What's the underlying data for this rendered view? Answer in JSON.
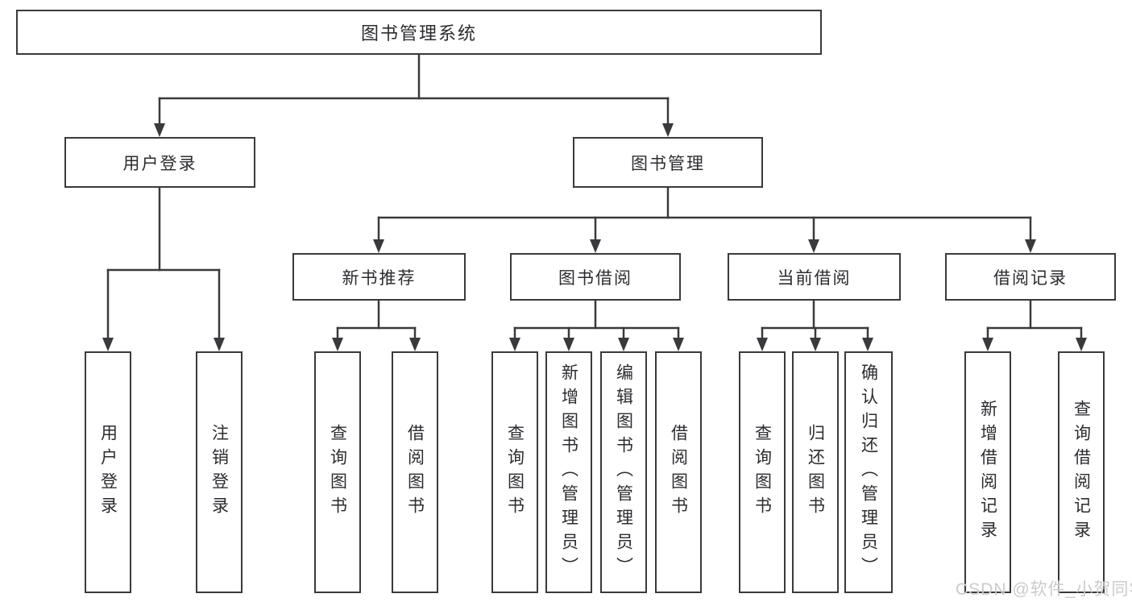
{
  "colors": {
    "line": "#3a3a3c",
    "text": "#2c2c30",
    "watermark": "#cbcbcb",
    "background": "#ffffff"
  },
  "diagram": {
    "title": "图书管理系统",
    "user_login": {
      "label": "用户登录",
      "children": [
        "用户登录",
        "注销登录"
      ]
    },
    "book_management": {
      "label": "图书管理",
      "new_books": {
        "label": "新书推荐",
        "children": [
          "查询图书",
          "借阅图书"
        ]
      },
      "book_borrowing": {
        "label": "图书借阅",
        "children": [
          "查询图书",
          "新增图书（管理员）",
          "编辑图书（管理员）",
          "借阅图书"
        ]
      },
      "current_borrowing": {
        "label": "当前借阅",
        "children": [
          "查询图书",
          "归还图书",
          "确认归还（管理员）"
        ]
      },
      "borrowing_records": {
        "label": "借阅记录",
        "children": [
          "新增借阅记录",
          "查询借阅记录"
        ]
      }
    }
  },
  "watermark": "CSDN @软件_小贺同学"
}
